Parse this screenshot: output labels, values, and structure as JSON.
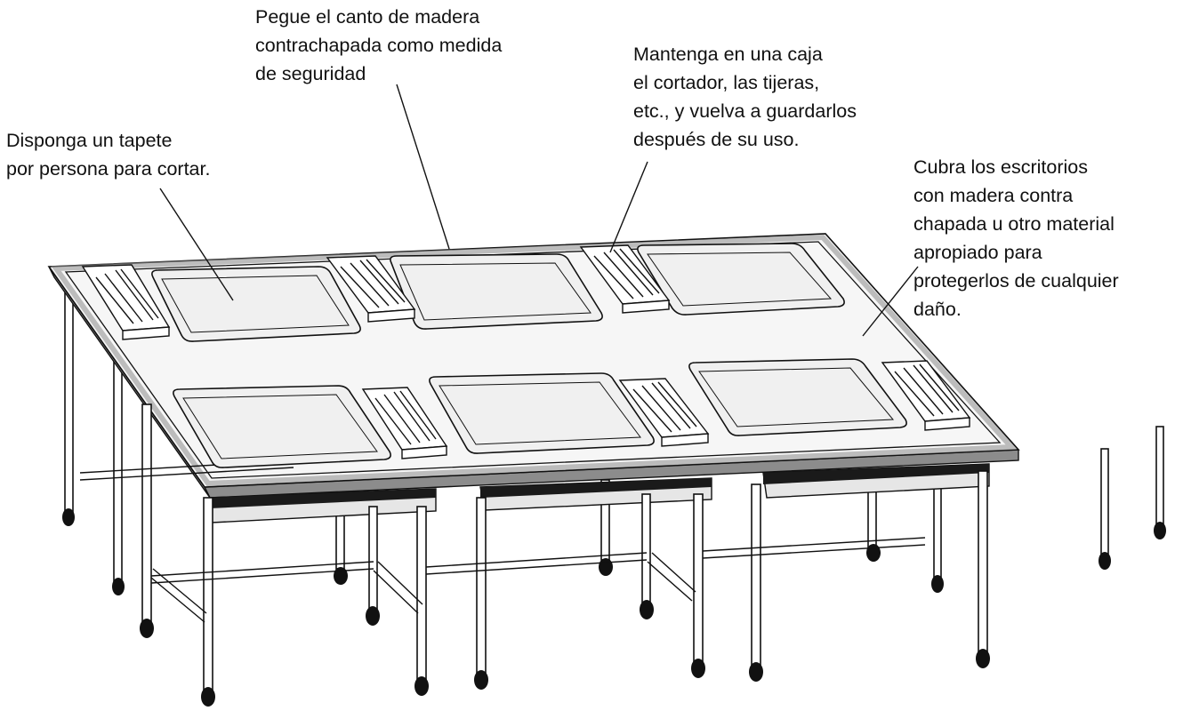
{
  "annotations": [
    {
      "id": "mat-per-person",
      "lines": [
        "Disponga un tapete",
        "por persona para cortar."
      ]
    },
    {
      "id": "plywood-edge",
      "lines": [
        "Pegue el canto de madera",
        "contrachapada como medida",
        "de seguridad"
      ]
    },
    {
      "id": "tool-box",
      "lines": [
        "Mantenga en una caja",
        "el cortador, las tijeras,",
        "etc., y vuelva a guardarlos",
        "después de su uso."
      ]
    },
    {
      "id": "cover-desks",
      "lines": [
        "Cubra los escritorios",
        "con madera contra",
        "chapada u otro material",
        "apropiado para",
        "protegerlos de cualquier",
        "daño."
      ]
    }
  ],
  "colors": {
    "line": "#111111",
    "table_edge": "#8c8c8c",
    "table_top": "#f6f6f6",
    "mat_fill": "#f0f0f0",
    "drawer_shadow": "#1a1a1a",
    "drawer_front": "#e6e6e6",
    "foot": "#111111"
  }
}
